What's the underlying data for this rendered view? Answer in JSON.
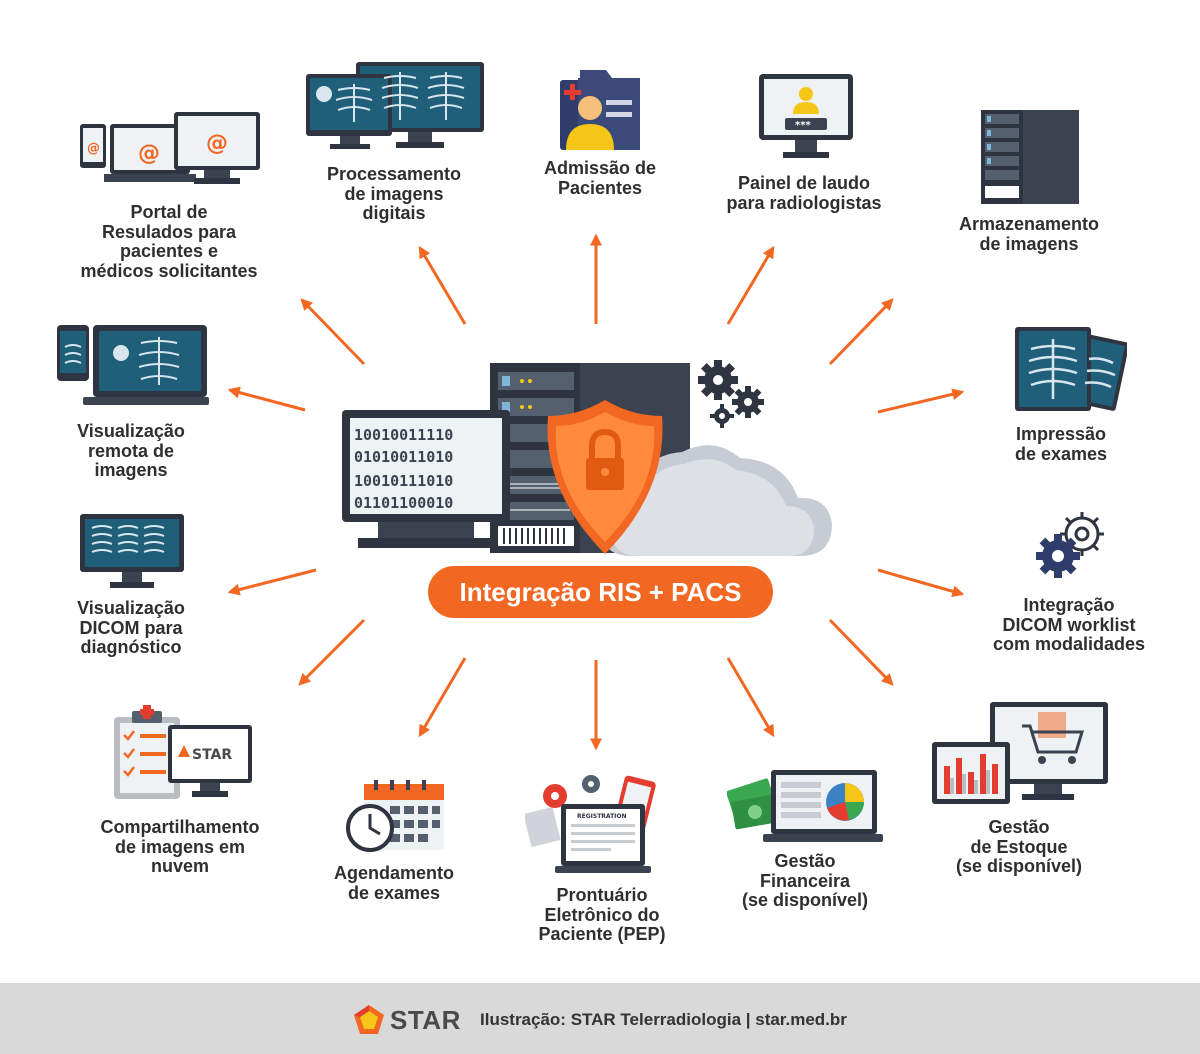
{
  "center": {
    "badge": "Integração RIS + PACS",
    "binary_lines": [
      "10010011110",
      "01010011010",
      "10010111010",
      "01101100010"
    ]
  },
  "nodes": {
    "portal": [
      "Portal de",
      "Resulados para",
      "pacientes e",
      "médicos solicitantes"
    ],
    "processamento": [
      "Processamento",
      "de imagens",
      "digitais"
    ],
    "admissao": [
      "Admissão de",
      "Pacientes"
    ],
    "painel": [
      "Painel de laudo",
      "para radiologistas"
    ],
    "armazenamento": [
      "Armazenamento",
      "de imagens"
    ],
    "remota": [
      "Visualização",
      "remota de",
      "imagens"
    ],
    "impressao": [
      "Impressão",
      "de exames"
    ],
    "dicom_diag": [
      "Visualização",
      "DICOM para",
      "diagnóstico"
    ],
    "worklist": [
      "Integração",
      "DICOM worklist",
      "com modalidades"
    ],
    "nuvem": [
      "Compartilhamento",
      "de imagens em",
      "nuvem"
    ],
    "estoque": [
      "Gestão",
      "de Estoque",
      "(se disponível)"
    ],
    "agendamento": [
      "Agendamento",
      "de exames"
    ],
    "pep": [
      "Prontuário",
      "Eletrônico do",
      "Paciente (PEP)"
    ],
    "financeira": [
      "Gestão",
      "Financeira",
      "(se disponível)"
    ]
  },
  "illustration_text": {
    "star_logo": "STAR",
    "email_symbol": "@",
    "pin_dots": "***",
    "registration": "REGISTRATION"
  },
  "footer": {
    "logo_text": "STAR",
    "credit": "Ilustração: STAR Telerradiologia | star.med.br"
  },
  "colors": {
    "accent": "#f26722",
    "dark": "#2e3440",
    "screen": "#1f5f7a",
    "gray": "#b9bcc2",
    "footer_bg": "#d9d9d9"
  }
}
